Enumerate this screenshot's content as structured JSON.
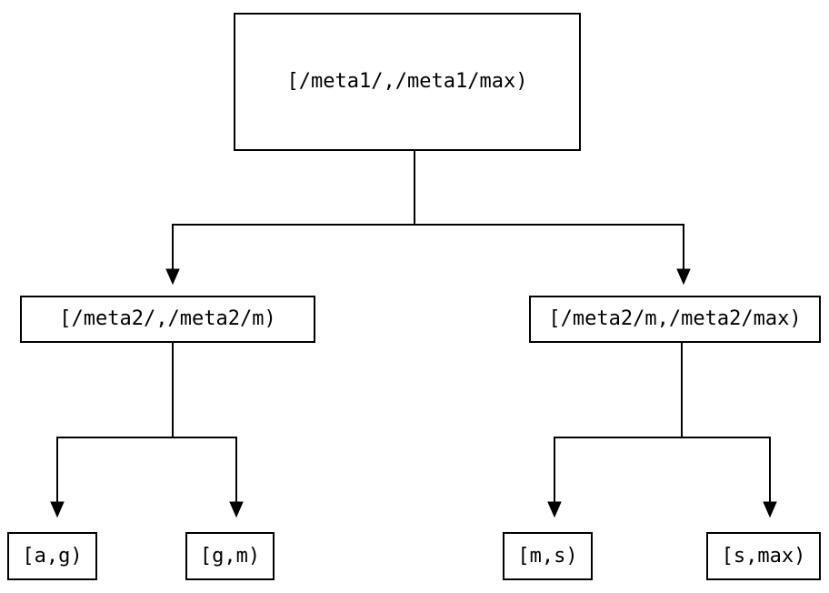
{
  "diagram": {
    "type": "tree",
    "background_color": "#ffffff",
    "line_color": "#000000",
    "nodes": [
      {
        "id": "root",
        "label": "[/meta1/,/meta1/max)"
      },
      {
        "id": "meta2-low",
        "label": "[/meta2/,/meta2/m)"
      },
      {
        "id": "meta2-high",
        "label": "[/meta2/m,/meta2/max)"
      },
      {
        "id": "leaf-a-g",
        "label": "[a,g)"
      },
      {
        "id": "leaf-g-m",
        "label": "[g,m)"
      },
      {
        "id": "leaf-m-s",
        "label": "[m,s)"
      },
      {
        "id": "leaf-s-max",
        "label": "[s,max)"
      }
    ],
    "edges": [
      {
        "from": "root",
        "to": "meta2-low"
      },
      {
        "from": "root",
        "to": "meta2-high"
      },
      {
        "from": "meta2-low",
        "to": "leaf-a-g"
      },
      {
        "from": "meta2-low",
        "to": "leaf-g-m"
      },
      {
        "from": "meta2-high",
        "to": "leaf-m-s"
      },
      {
        "from": "meta2-high",
        "to": "leaf-s-max"
      }
    ]
  }
}
